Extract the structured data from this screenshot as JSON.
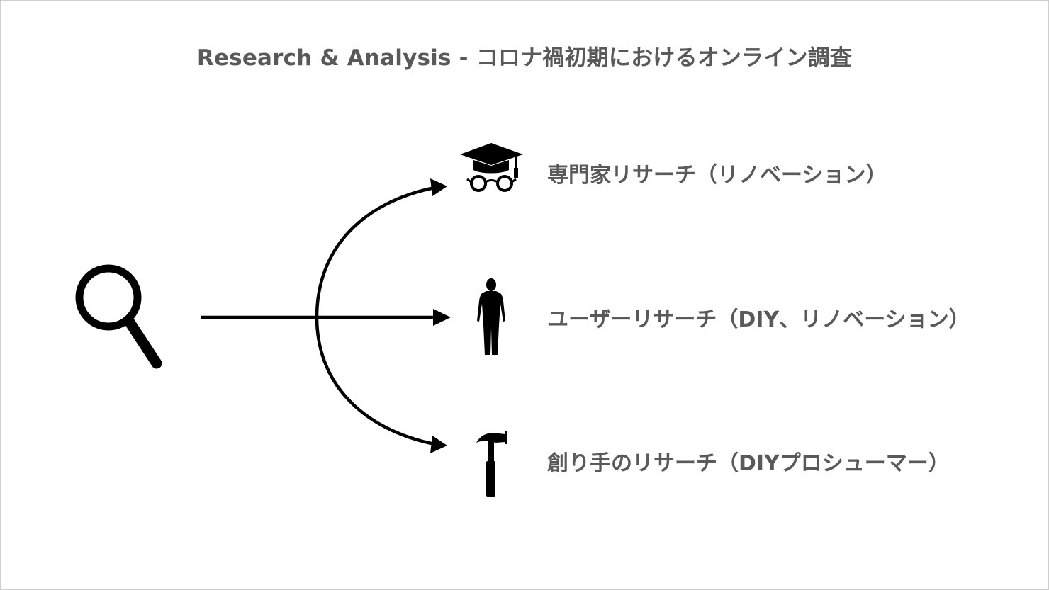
{
  "title": "Research & Analysis - コロナ禍初期におけるオンライン調査",
  "branches": [
    {
      "label": "専門家リサーチ（リノベーション）",
      "icon": "graduation-cap-glasses-icon"
    },
    {
      "label": "ユーザーリサーチ（DIY、リノベーション）",
      "icon": "person-icon"
    },
    {
      "label": "創り手のリサーチ（DIYプロシューマー）",
      "icon": "hammer-icon"
    }
  ],
  "source_icon": "magnifying-glass-icon",
  "colors": {
    "text": "#595959",
    "stroke": "#000000",
    "border": "#cfcfcf"
  }
}
